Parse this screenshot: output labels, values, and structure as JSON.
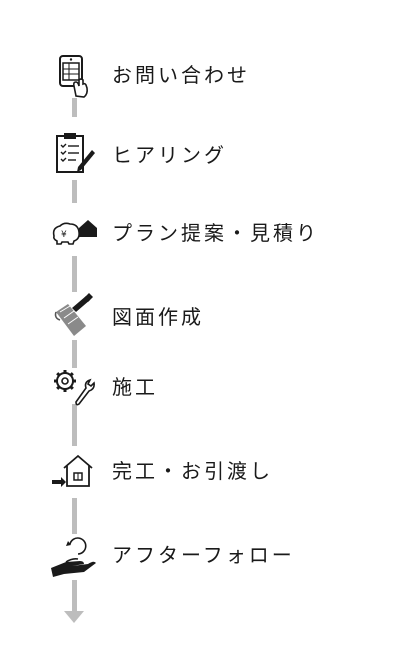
{
  "flow": {
    "steps": [
      {
        "label": "お問い合わせ",
        "icon": "phone-tap-icon"
      },
      {
        "label": "ヒアリング",
        "icon": "clipboard-pen-icon"
      },
      {
        "label": "プラン提案・見積り",
        "icon": "piggybank-house-icon"
      },
      {
        "label": "図面作成",
        "icon": "blueprint-pen-icon"
      },
      {
        "label": "施工",
        "icon": "gear-wrench-icon"
      },
      {
        "label": "完工・お引渡し",
        "icon": "house-handover-icon"
      },
      {
        "label": "アフターフォロー",
        "icon": "hand-care-icon"
      }
    ],
    "end_icon": "arrow-down-icon"
  }
}
